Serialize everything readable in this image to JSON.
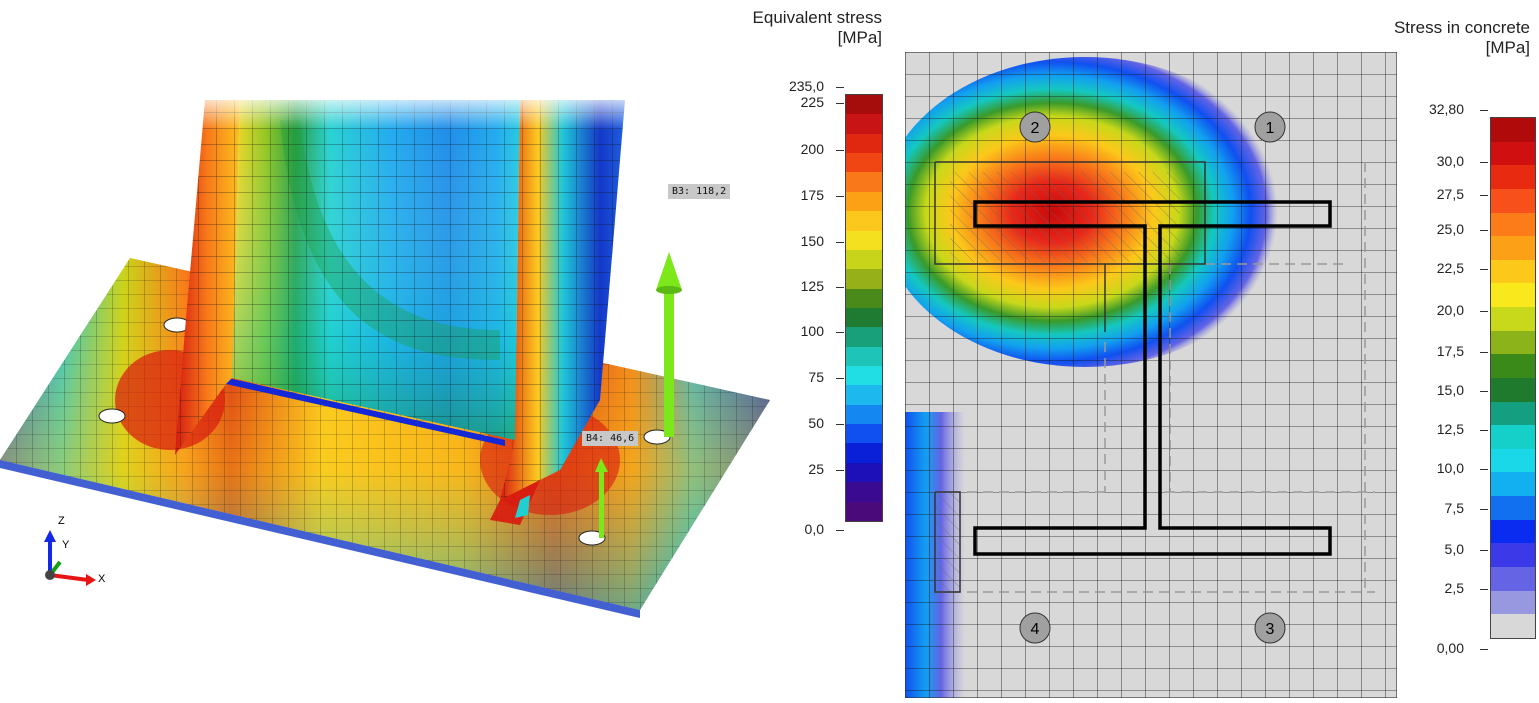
{
  "left_view": {
    "callouts": [
      {
        "label": "B3: 118,2"
      },
      {
        "label": "B4: 46,6"
      }
    ],
    "axes": {
      "z": "Z",
      "y": "Y",
      "x": "X"
    }
  },
  "legend_left": {
    "title_line1": "Equivalent stress",
    "title_line2": "[MPa]",
    "ticks": [
      "235,0",
      "225",
      "200",
      "175",
      "150",
      "125",
      "100",
      "75",
      "50",
      "25",
      "0,0"
    ],
    "colors": [
      "#a50c0c",
      "#c81414",
      "#e02810",
      "#f04614",
      "#f8781a",
      "#fca016",
      "#fcc81e",
      "#f4e01e",
      "#c8d41a",
      "#96b01a",
      "#4a8a1a",
      "#1f7a32",
      "#17a07a",
      "#1ec4b8",
      "#20dee4",
      "#1cb8ee",
      "#1488f0",
      "#1050f0",
      "#0a20d8",
      "#1e10b8",
      "#3a0a90",
      "#4a0a7a"
    ]
  },
  "right_view": {
    "bolts": [
      "1",
      "2",
      "3",
      "4"
    ]
  },
  "legend_right": {
    "title_line1": "Stress in concrete",
    "title_line2": "[MPa]",
    "ticks": [
      "32,80",
      "30,0",
      "27,5",
      "25,0",
      "22,5",
      "20,0",
      "17,5",
      "15,0",
      "12,5",
      "10,0",
      "7,5",
      "5,0",
      "2,5",
      "0,00"
    ],
    "colors": [
      "#b00a0a",
      "#d01010",
      "#e82a10",
      "#f8501a",
      "#fc7c1a",
      "#fca018",
      "#fcc81a",
      "#f8e81c",
      "#c8d81a",
      "#8cb41a",
      "#3a8a1a",
      "#1f7a2e",
      "#14a080",
      "#14d0c8",
      "#1ad8e8",
      "#12b0f0",
      "#1070f0",
      "#0a2cf0",
      "#3c3ae8",
      "#6464e4",
      "#9898e0",
      "#d8d8d8"
    ]
  }
}
